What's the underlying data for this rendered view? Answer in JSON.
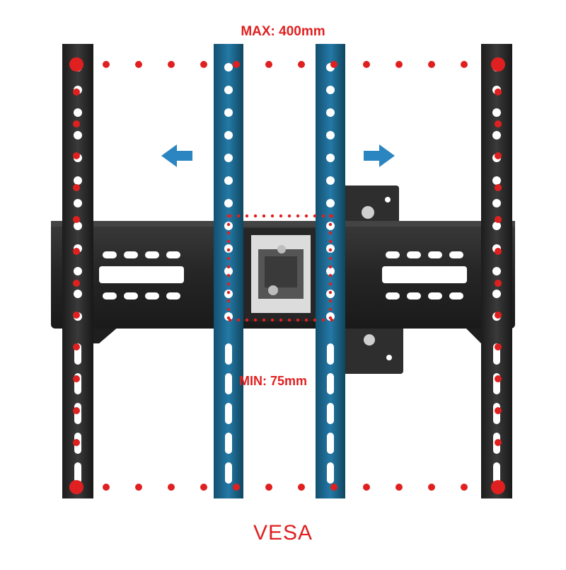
{
  "labels": {
    "max": "MAX: 400mm",
    "min": "MIN: 75mm",
    "footer": "VESA"
  },
  "colors": {
    "accent_red": "#e02020",
    "bracket_blue": "#1e6f9a",
    "arrow_blue": "#2a85c0",
    "frame_black": "#2b2b2b"
  },
  "icons": [
    "arrow-left-icon",
    "arrow-right-icon"
  ]
}
